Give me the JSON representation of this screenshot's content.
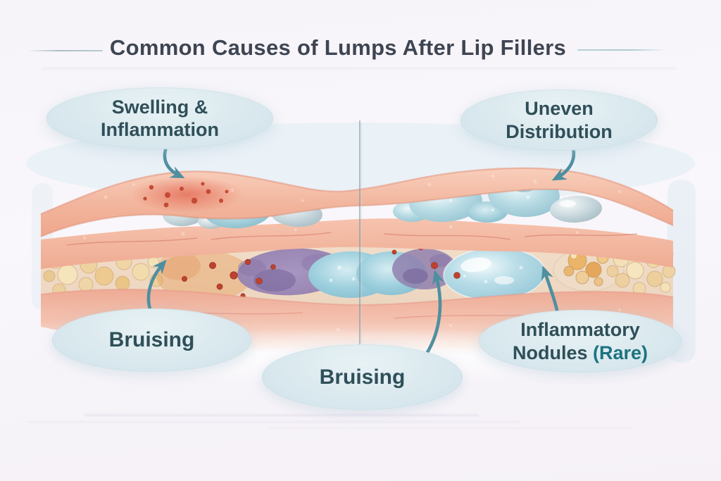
{
  "title": {
    "text": "Common Causes of Lumps After Lip Fillers"
  },
  "callouts": [
    {
      "id": "swelling-inflammation",
      "line1": "Swelling &",
      "line2": "Inflammation",
      "points_to": "inflamed-upper-lip-left"
    },
    {
      "id": "uneven-distribution",
      "line1": "Uneven",
      "line2": "Distribution",
      "points_to": "filler-lumps-right"
    },
    {
      "id": "bruising-left",
      "line1": "Bruising",
      "points_to": "bruised-deep-tissue-left"
    },
    {
      "id": "bruising-center",
      "line1": "Bruising",
      "points_to": "bruised-deep-tissue-right"
    },
    {
      "id": "inflammatory-nodules",
      "line1": "Inflammatory",
      "line2": "Nodules",
      "accent": "(Rare)",
      "points_to": "nodule-deep-tissue-right"
    }
  ],
  "colors": {
    "background": "#f6f4f9",
    "title_text": "#3e4552",
    "label_text": "#2f4f59",
    "label_accent": "#1d7380",
    "bubble_fill": "#d9e8ee",
    "arrow": "#4e8fa0",
    "skin": "#f2b49c",
    "filler_blue": "#9ccfdd",
    "bruise_purple": "#9180ae",
    "fat_yellow": "#f2ddb2",
    "nodule_orange": "#eab36c",
    "inflamed_red": "#c44a34",
    "divider_line": "#8899a6"
  }
}
